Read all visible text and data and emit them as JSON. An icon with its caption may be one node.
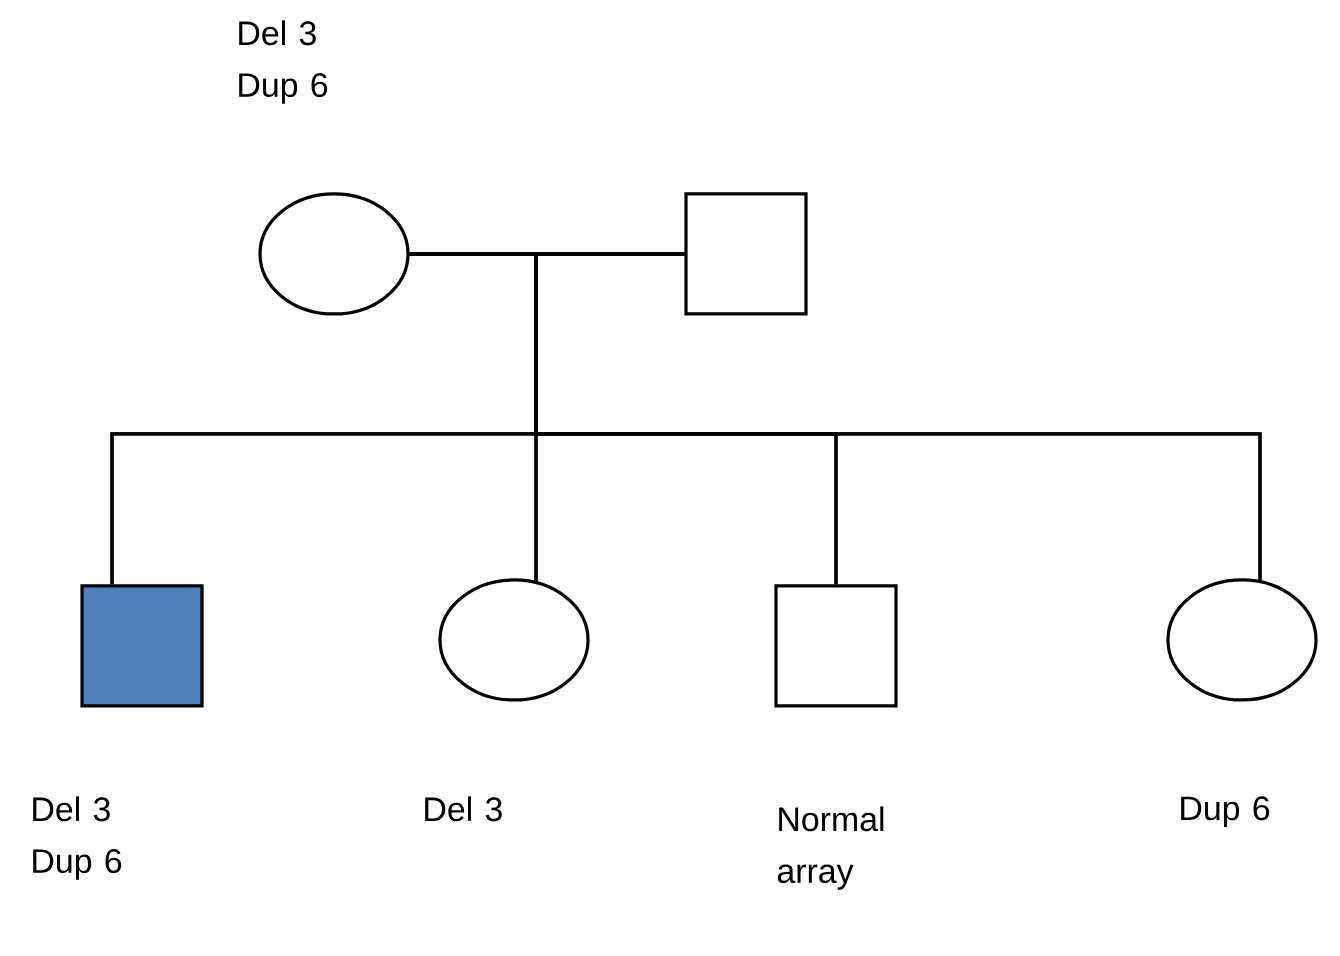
{
  "diagram": {
    "nodes": [
      {
        "text": [],
        "shape": "circle",
        "beside": [
          "Del 3 Dup 6"
        ]
      },
      {
        "text": [],
        "shape": "box"
      },
      {
        "text": [],
        "shape": "box",
        "beside": [
          "Del 3 Dup 6"
        ]
      },
      {
        "text": [],
        "shape": "circle",
        "beside": [
          "Del 3"
        ]
      },
      {
        "text": [],
        "shape": "box",
        "beside": [
          "Normal array"
        ]
      },
      {
        "text": [],
        "shape": "circle",
        "beside": [
          "Dup 6"
        ]
      }
    ],
    "edges": [
      {
        "from": 0,
        "to": 1,
        "arrow": "none"
      },
      {
        "from": 0,
        "to": 2,
        "arrow": "none"
      },
      {
        "from": 1,
        "to": 2,
        "arrow": "none"
      },
      {
        "from": 0,
        "to": 3,
        "arrow": "none"
      },
      {
        "from": 1,
        "to": 3,
        "arrow": "none"
      },
      {
        "from": 0,
        "to": 4,
        "arrow": "none"
      },
      {
        "from": 1,
        "to": 4,
        "arrow": "none"
      },
      {
        "from": 0,
        "to": 5,
        "arrow": "none"
      },
      {
        "from": 1,
        "to": 5,
        "arrow": "none"
      }
    ]
  }
}
